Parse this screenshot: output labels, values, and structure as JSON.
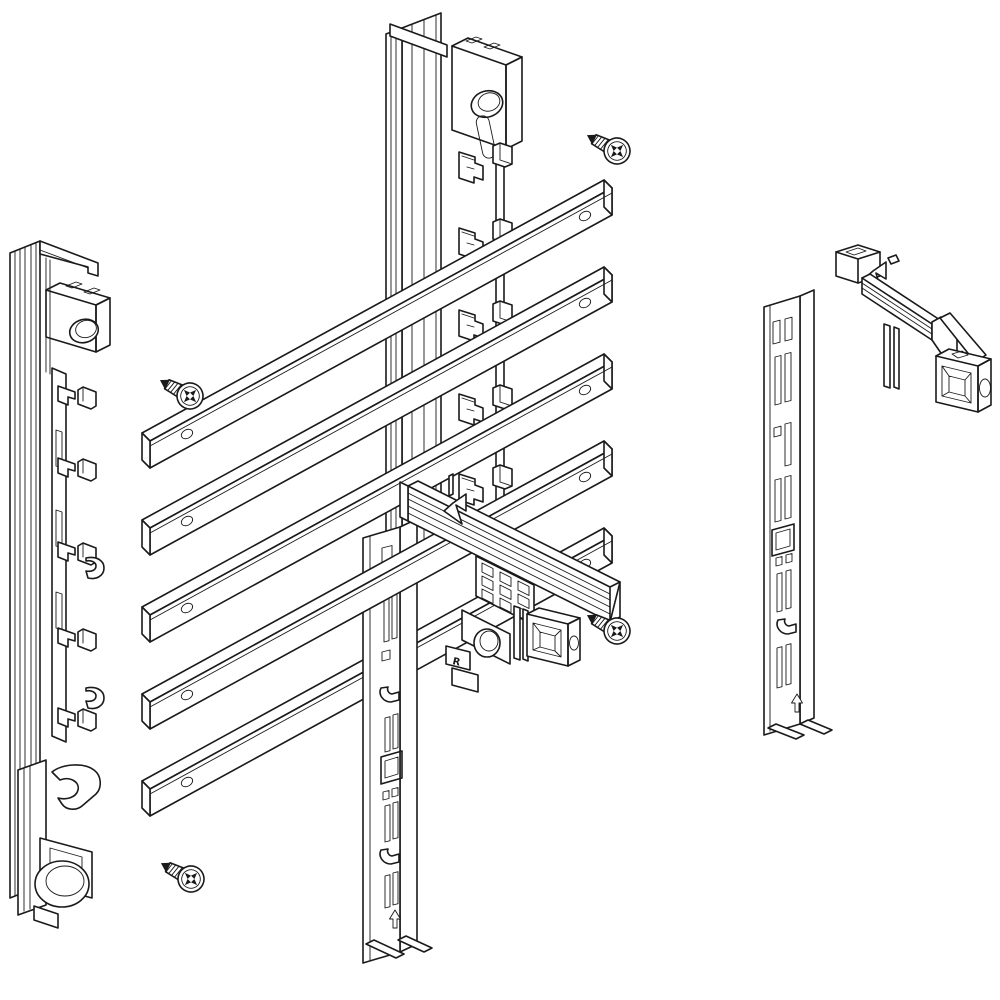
{
  "drawing": {
    "type": "exploded-assembly-technical-line-drawing",
    "background_color": "#ffffff",
    "line_color": "#1a1a1a",
    "markings": {
      "r_label": "R",
      "arrow_symbol": "↑"
    },
    "parts": [
      {
        "id": "left-mounting-profile",
        "label": "Left mounting profile with hanger block, snap hooks and cable clamp",
        "quantity": 1
      },
      {
        "id": "top-support-channel",
        "label": "Upper support channel with hanger block and snap clips",
        "quantity": 1
      },
      {
        "id": "cross-rail",
        "label": "Cross rail with fixing holes",
        "quantity": 5
      },
      {
        "id": "center-slotted-rail",
        "label": "Center slotted support rail with arrow marking",
        "quantity": 1
      },
      {
        "id": "module-carrier",
        "label": "Module carrier with grid socket and R marking",
        "quantity": 1
      },
      {
        "id": "right-slotted-rail",
        "label": "Right slotted support rail with arrow marking",
        "quantity": 1
      },
      {
        "id": "corner-bracket",
        "label": "Corner bracket with square socket",
        "quantity": 1
      },
      {
        "id": "tapping-screw",
        "label": "Pan-head Phillips tapping screw",
        "quantity": 4
      }
    ]
  }
}
